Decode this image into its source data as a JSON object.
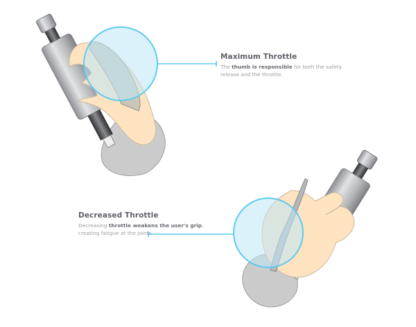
{
  "callouts": [
    {
      "title": "Maximum Throttle",
      "text_pre": "The ",
      "text_bold": "thumb is responsible",
      "text_post": " for both the safety release and the throttle."
    },
    {
      "title": "Decreased Throttle",
      "text_pre": "Decreasing ",
      "text_bold": "throttle weakens the user's grip",
      "text_post": ", creating fatigue at the joints."
    }
  ],
  "colors": {
    "accent": "#5ccbee",
    "highlight_fill": "#bfe8f8",
    "skin": "#fde3c0",
    "sleeve": "#c9c9c9",
    "tool": "#a9aaad",
    "title_text": "#5f6168",
    "body_text": "#9a9ca2"
  }
}
